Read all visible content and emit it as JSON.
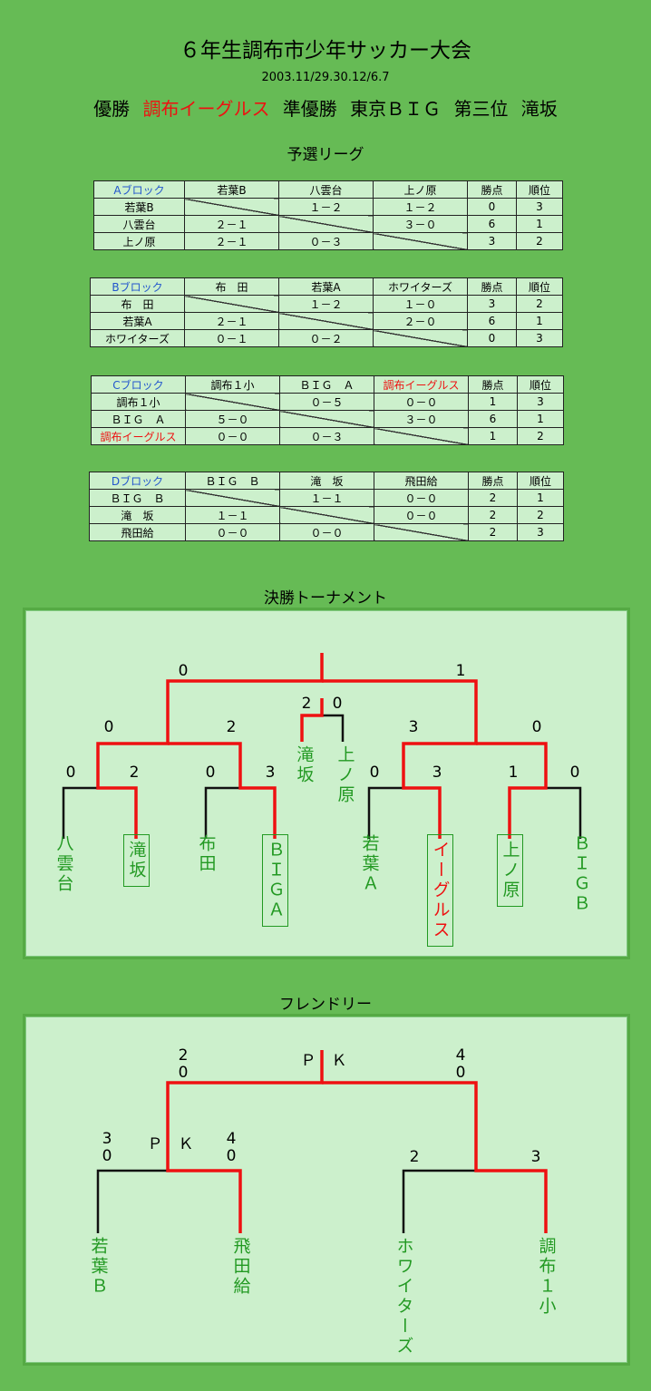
{
  "header": {
    "title": "６年生調布市少年サッカー大会",
    "dates": "2003.11/29.30.12/6.7",
    "champion_label": "優勝",
    "champion": "調布イーグルス",
    "runnerup_label": "準優勝",
    "runnerup": "東京ＢＩＧ",
    "third_label": "第三位",
    "third": "滝坂"
  },
  "prelim_title": "予選リーグ",
  "groups": [
    {
      "name": "Aブロック",
      "teams": [
        "若葉B",
        "八雲台",
        "上ノ原"
      ],
      "rows": [
        {
          "team": "若葉B",
          "cells": [
            "",
            "１－２",
            "１－２"
          ],
          "pts": "0",
          "rank": "3"
        },
        {
          "team": "八雲台",
          "cells": [
            "２－１",
            "",
            "３－０"
          ],
          "pts": "6",
          "rank": "1"
        },
        {
          "team": "上ノ原",
          "cells": [
            "２－１",
            "０－３",
            ""
          ],
          "pts": "3",
          "rank": "2"
        }
      ]
    },
    {
      "name": "Bブロック",
      "teams": [
        "布　田",
        "若葉A",
        "ホワイターズ"
      ],
      "rows": [
        {
          "team": "布　田",
          "cells": [
            "",
            "１－２",
            "１－０"
          ],
          "pts": "3",
          "rank": "2"
        },
        {
          "team": "若葉A",
          "cells": [
            "２－１",
            "",
            "２－０"
          ],
          "pts": "6",
          "rank": "1"
        },
        {
          "team": "ホワイターズ",
          "cells": [
            "０－１",
            "０－２",
            ""
          ],
          "pts": "0",
          "rank": "3"
        }
      ]
    },
    {
      "name": "Cブロック",
      "teams": [
        "調布１小",
        "ＢＩＧ　Ａ",
        "調布イーグルス"
      ],
      "rows": [
        {
          "team": "調布１小",
          "cells": [
            "",
            "０－５",
            "０－０"
          ],
          "pts": "1",
          "rank": "3"
        },
        {
          "team": "ＢＩＧ　Ａ",
          "cells": [
            "５－０",
            "",
            "３－０"
          ],
          "pts": "6",
          "rank": "1"
        },
        {
          "team": "調布イーグルス",
          "cells": [
            "０－０",
            "０－３",
            ""
          ],
          "pts": "1",
          "rank": "2"
        }
      ]
    },
    {
      "name": "Dブロック",
      "teams": [
        "ＢＩＧ　Ｂ",
        "滝　坂",
        "飛田給"
      ],
      "rows": [
        {
          "team": "ＢＩＧ　Ｂ",
          "cells": [
            "",
            "１－１",
            "０－０"
          ],
          "pts": "2",
          "rank": "1"
        },
        {
          "team": "滝　坂",
          "cells": [
            "１－１",
            "",
            "０－０"
          ],
          "pts": "2",
          "rank": "2"
        },
        {
          "team": "飛田給",
          "cells": [
            "０－０",
            "０－０",
            ""
          ],
          "pts": "2",
          "rank": "3"
        }
      ]
    }
  ],
  "col_pts": "勝点",
  "col_rank": "順位",
  "highlight_team": "調布イーグルス",
  "final_title": "決勝トーナメント",
  "final": {
    "teams": [
      "八雲台",
      "滝坂",
      "布田",
      "ＢＩＧＡ",
      "若葉Ａ",
      "イーグルス",
      "上ノ原",
      "ＢＩＧＢ"
    ],
    "third_teams": [
      "滝坂",
      "上ノ原"
    ],
    "scores": {
      "r1": [
        "0",
        "2",
        "0",
        "3",
        "0",
        "3",
        "1",
        "0"
      ],
      "sf": [
        "0",
        "2",
        "3",
        "0"
      ],
      "final": [
        "0",
        "1"
      ],
      "third": [
        "2",
        "0"
      ]
    }
  },
  "friendly_title": "フレンドリー",
  "friendly": {
    "teams": [
      "若葉Ｂ",
      "飛田給",
      "ホワイターズ",
      "調布１小"
    ],
    "scores": {
      "l_left": "3\n0",
      "l_pk": "Ｐ　Ｋ",
      "l_right": "4\n0",
      "r_left": "2",
      "r_right": "3",
      "f_left": "2\n0",
      "f_pk": "Ｐ　Ｋ",
      "f_right": "4\n0"
    }
  }
}
